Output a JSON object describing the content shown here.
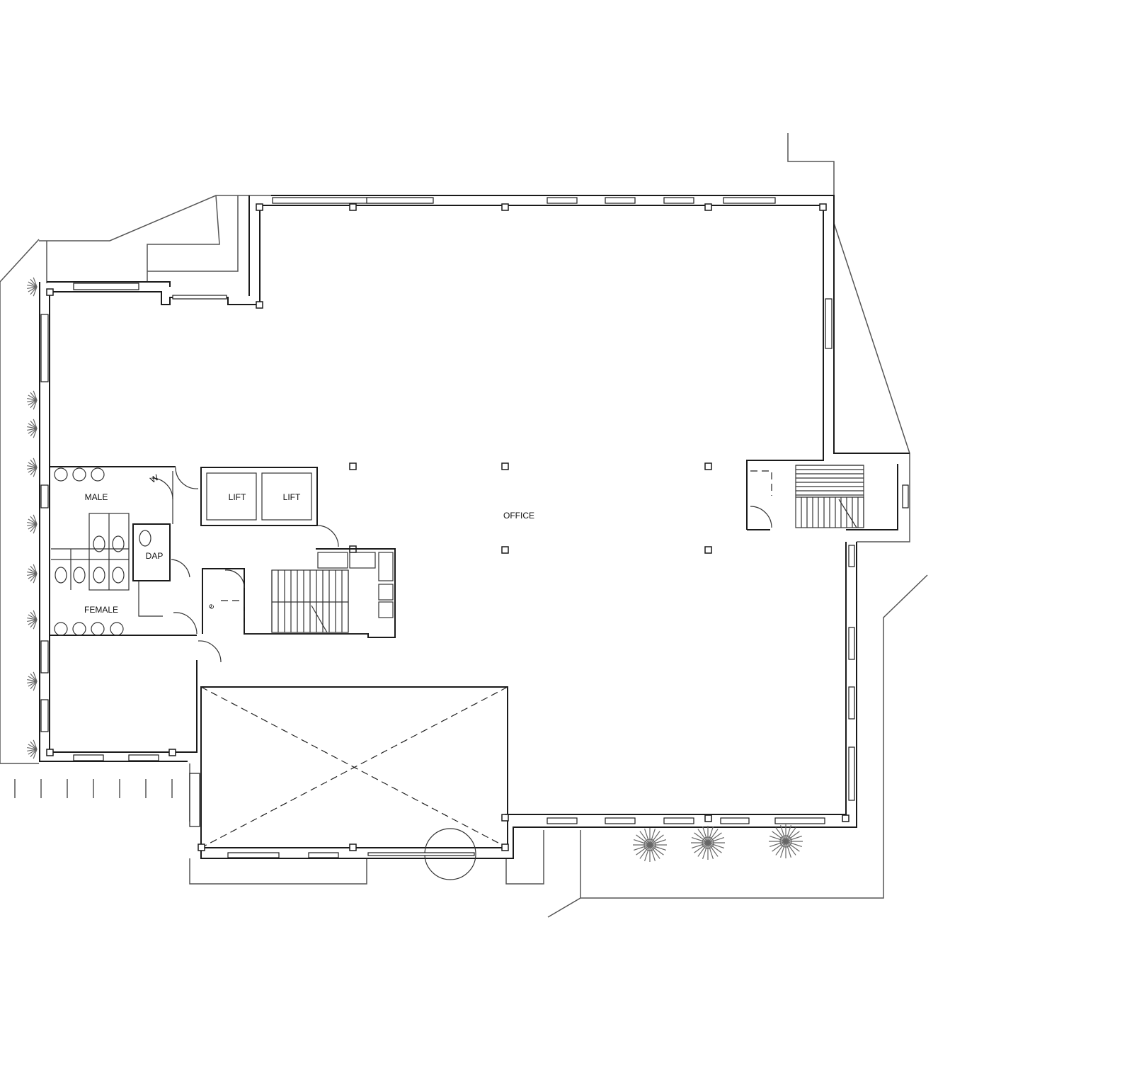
{
  "plan": {
    "rooms": {
      "office": "OFFICE",
      "lift_1": "LIFT",
      "lift_2": "LIFT",
      "male": "MALE",
      "female": "FEMALE",
      "dap": "DAP",
      "wc_symbol": "W",
      "e_symbol": "e"
    },
    "colors": {
      "line": "#1a1a1a",
      "site_line": "#555555",
      "background": "#ffffff"
    }
  }
}
